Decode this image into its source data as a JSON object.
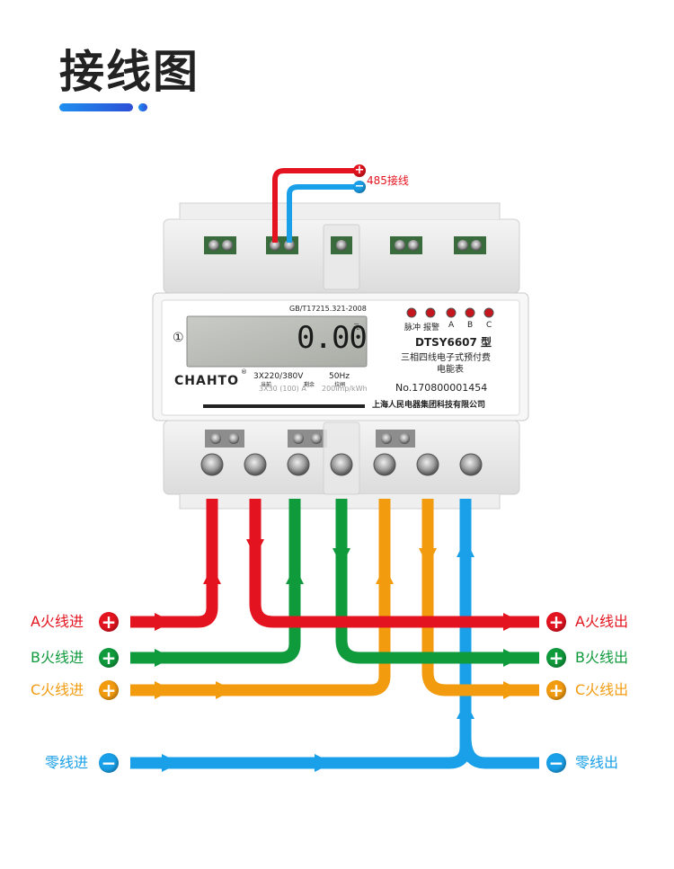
{
  "title": "接线图",
  "colors": {
    "phase_a": "#e3141f",
    "phase_b": "#0f9a3c",
    "phase_c": "#f29b0f",
    "neutral": "#1aa0e8",
    "accent": "#1e8ff0"
  },
  "comm": {
    "label": "485接线",
    "plus": "+",
    "minus": "−"
  },
  "meter": {
    "standard": "GB/T17215.321-2008",
    "display": "0.00",
    "display_unit": "元",
    "display_tags": [
      "当前",
      "剩余",
      "拉闸"
    ],
    "model": "DTSY6607 型",
    "desc_line1": "三相四线电子式预付费",
    "desc_line2": "电能表",
    "brand": "CHAHTO",
    "brand_mark": "®",
    "voltage": "3X220/380V",
    "freq": "50Hz",
    "current": "3X30 (100) A",
    "imp": "200imp/kWh",
    "serial": "No.170800001454",
    "maker": "上海人民电器集团科技有限公司",
    "indicators": [
      "脉冲",
      "报警",
      "A",
      "B",
      "C"
    ],
    "circle_num": "①"
  },
  "inputs": [
    {
      "label": "A火线进",
      "sign": "+",
      "color": "#e3141f"
    },
    {
      "label": "B火线进",
      "sign": "+",
      "color": "#0f9a3c"
    },
    {
      "label": "C火线进",
      "sign": "+",
      "color": "#f29b0f"
    },
    {
      "label": "零线进",
      "sign": "−",
      "color": "#1aa0e8"
    }
  ],
  "outputs": [
    {
      "label": "A火线出",
      "sign": "+",
      "color": "#e3141f"
    },
    {
      "label": "B火线出",
      "sign": "+",
      "color": "#0f9a3c"
    },
    {
      "label": "C火线出",
      "sign": "+",
      "color": "#f29b0f"
    },
    {
      "label": "零线出",
      "sign": "−",
      "color": "#1aa0e8"
    }
  ]
}
